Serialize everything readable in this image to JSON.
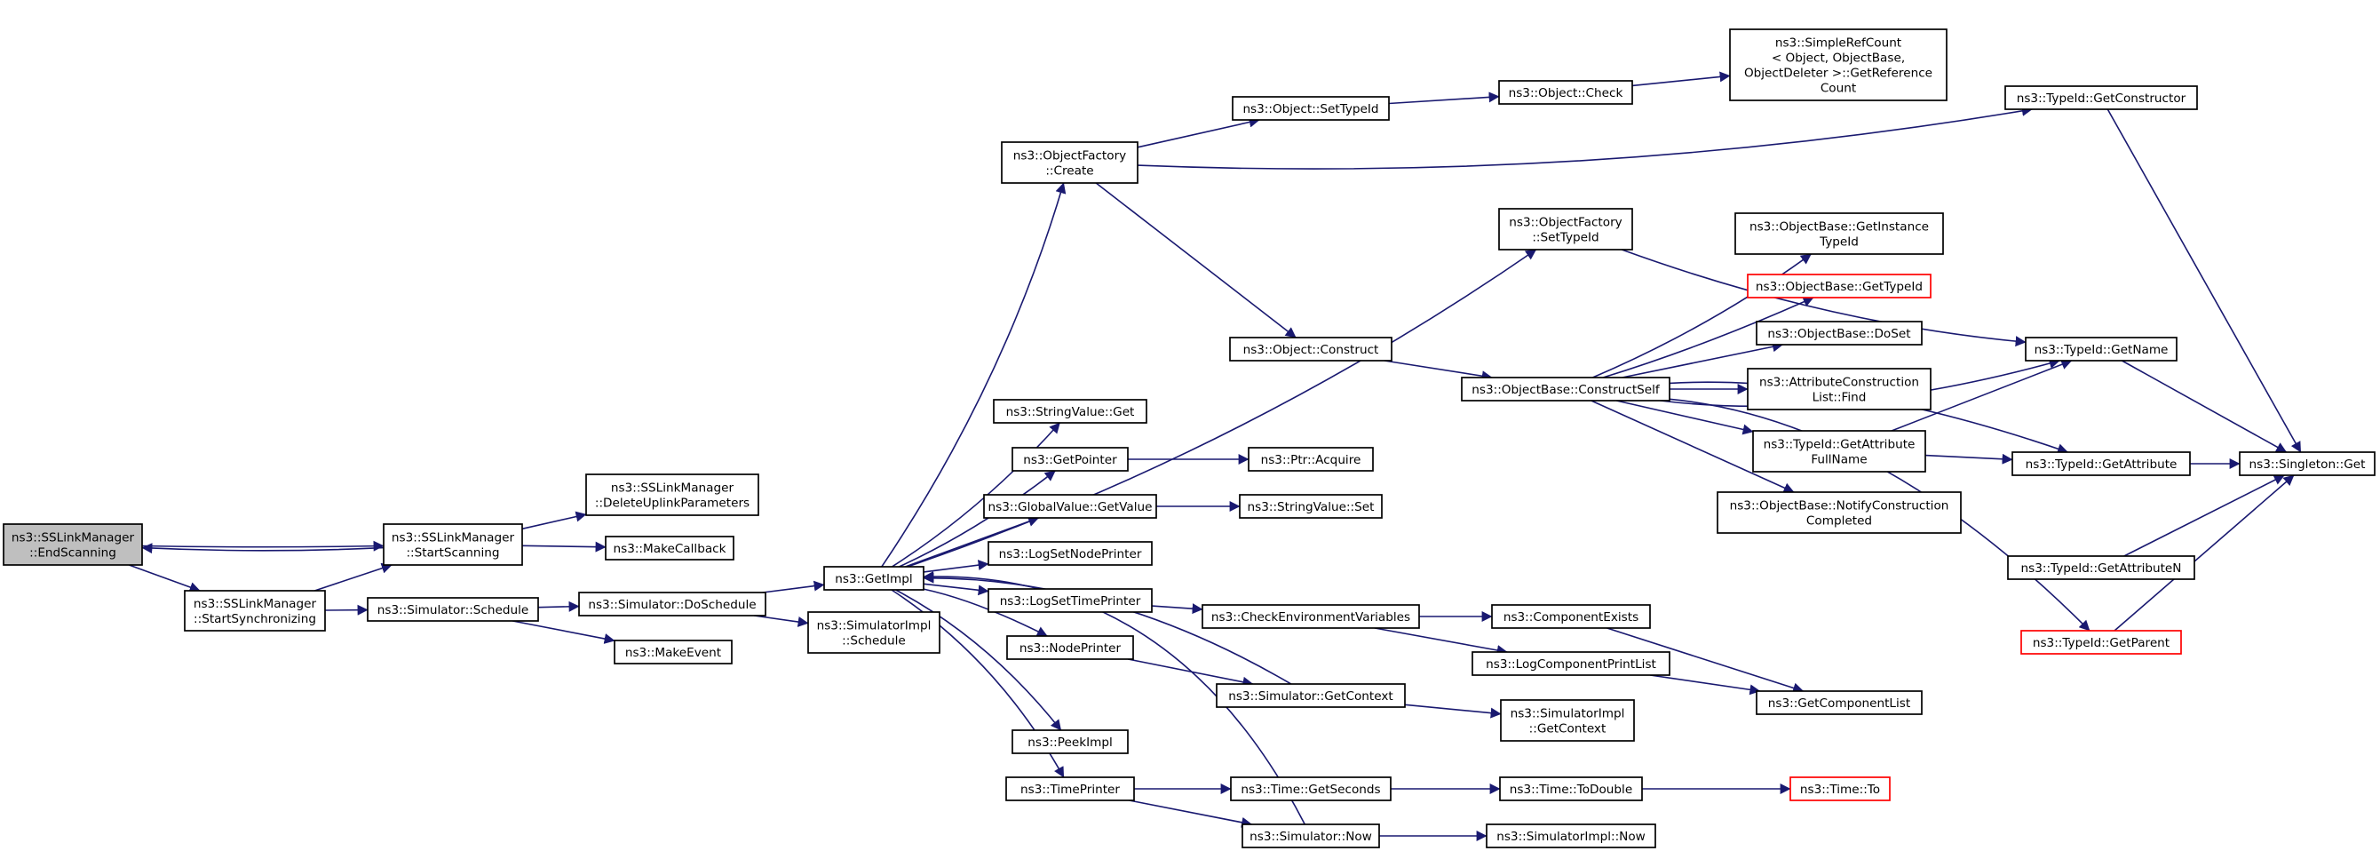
{
  "colors": {
    "edge": "#191970",
    "box_border": "#000000",
    "box_border_truncated": "#ff0000",
    "root_fill": "#bfbfbf",
    "background": "#ffffff"
  },
  "nodes": [
    {
      "id": "endscanning",
      "lines": [
        "ns3::SSLinkManager",
        "::EndScanning"
      ],
      "root": true
    },
    {
      "id": "startscanning",
      "lines": [
        "ns3::SSLinkManager",
        "::StartScanning"
      ]
    },
    {
      "id": "startsync",
      "lines": [
        "ns3::SSLinkManager",
        "::StartSynchronizing"
      ]
    },
    {
      "id": "deleteuplink",
      "lines": [
        "ns3::SSLinkManager",
        "::DeleteUplinkParameters"
      ]
    },
    {
      "id": "makecallback",
      "lines": [
        "ns3::MakeCallback"
      ]
    },
    {
      "id": "schedule",
      "lines": [
        "ns3::Simulator::Schedule"
      ]
    },
    {
      "id": "doschedule",
      "lines": [
        "ns3::Simulator::DoSchedule"
      ]
    },
    {
      "id": "makeevent",
      "lines": [
        "ns3::MakeEvent"
      ]
    },
    {
      "id": "getimpl",
      "lines": [
        "ns3::GetImpl"
      ]
    },
    {
      "id": "simimplschedule",
      "lines": [
        "ns3::SimulatorImpl",
        "::Schedule"
      ]
    },
    {
      "id": "objfactorycreate",
      "lines": [
        "ns3::ObjectFactory",
        "::Create"
      ]
    },
    {
      "id": "objfactorysettypeid",
      "lines": [
        "ns3::ObjectFactory",
        "::SetTypeId"
      ]
    },
    {
      "id": "stringvalueget",
      "lines": [
        "ns3::StringValue::Get"
      ]
    },
    {
      "id": "getpointer",
      "lines": [
        "ns3::GetPointer"
      ]
    },
    {
      "id": "globalvalueget",
      "lines": [
        "ns3::GlobalValue::GetValue"
      ]
    },
    {
      "id": "logsetnodeprinter",
      "lines": [
        "ns3::LogSetNodePrinter"
      ]
    },
    {
      "id": "logsettimeprinter",
      "lines": [
        "ns3::LogSetTimePrinter"
      ]
    },
    {
      "id": "nodeprinter",
      "lines": [
        "ns3::NodePrinter"
      ]
    },
    {
      "id": "getcontext",
      "lines": [
        "ns3::Simulator::GetContext"
      ]
    },
    {
      "id": "peekimpl",
      "lines": [
        "ns3::PeekImpl"
      ]
    },
    {
      "id": "timeprinter",
      "lines": [
        "ns3::TimePrinter"
      ]
    },
    {
      "id": "objectsettypeid",
      "lines": [
        "ns3::Object::SetTypeId"
      ]
    },
    {
      "id": "objectcheck",
      "lines": [
        "ns3::Object::Check"
      ]
    },
    {
      "id": "simplerefcount",
      "lines": [
        "ns3::SimpleRefCount",
        "< Object, ObjectBase,",
        "ObjectDeleter >::GetReference",
        "Count"
      ]
    },
    {
      "id": "getconstructor",
      "lines": [
        "ns3::TypeId::GetConstructor"
      ]
    },
    {
      "id": "objectconstruct",
      "lines": [
        "ns3::Object::Construct"
      ]
    },
    {
      "id": "constructself",
      "lines": [
        "ns3::ObjectBase::ConstructSelf"
      ]
    },
    {
      "id": "getinstancetypeid",
      "lines": [
        "ns3::ObjectBase::GetInstance",
        "TypeId"
      ]
    },
    {
      "id": "obgettypeid",
      "lines": [
        "ns3::ObjectBase::GetTypeId"
      ],
      "truncated": true
    },
    {
      "id": "doset",
      "lines": [
        "ns3::ObjectBase::DoSet"
      ]
    },
    {
      "id": "attrfind",
      "lines": [
        "ns3::AttributeConstruction",
        "List::Find"
      ]
    },
    {
      "id": "getattrfullname",
      "lines": [
        "ns3::TypeId::GetAttribute",
        "FullName"
      ]
    },
    {
      "id": "notifyconstruction",
      "lines": [
        "ns3::ObjectBase::NotifyConstruction",
        "Completed"
      ]
    },
    {
      "id": "typeidgetname",
      "lines": [
        "ns3::TypeId::GetName"
      ]
    },
    {
      "id": "typeidgetattribute",
      "lines": [
        "ns3::TypeId::GetAttribute"
      ]
    },
    {
      "id": "typeidgetattributen",
      "lines": [
        "ns3::TypeId::GetAttributeN"
      ]
    },
    {
      "id": "typeidgetparent",
      "lines": [
        "ns3::TypeId::GetParent"
      ],
      "truncated": true
    },
    {
      "id": "singletonget",
      "lines": [
        "ns3::Singleton::Get"
      ]
    },
    {
      "id": "ptracquire",
      "lines": [
        "ns3::Ptr::Acquire"
      ]
    },
    {
      "id": "stringvalueset",
      "lines": [
        "ns3::StringValue::Set"
      ]
    },
    {
      "id": "checkenv",
      "lines": [
        "ns3::CheckEnvironmentVariables"
      ]
    },
    {
      "id": "componentexists",
      "lines": [
        "ns3::ComponentExists"
      ]
    },
    {
      "id": "logcomponentprintlist",
      "lines": [
        "ns3::LogComponentPrintList"
      ]
    },
    {
      "id": "getcomponentlist",
      "lines": [
        "ns3::GetComponentList"
      ]
    },
    {
      "id": "simimplgetcontext",
      "lines": [
        "ns3::SimulatorImpl",
        "::GetContext"
      ]
    },
    {
      "id": "timegetseconds",
      "lines": [
        "ns3::Time::GetSeconds"
      ]
    },
    {
      "id": "timetodouble",
      "lines": [
        "ns3::Time::ToDouble"
      ]
    },
    {
      "id": "timeto",
      "lines": [
        "ns3::Time::To"
      ],
      "truncated": true
    },
    {
      "id": "simulatornow",
      "lines": [
        "ns3::Simulator::Now"
      ]
    },
    {
      "id": "simimplnow",
      "lines": [
        "ns3::SimulatorImpl::Now"
      ]
    }
  ],
  "edges": [
    [
      "endscanning",
      "startscanning"
    ],
    [
      "endscanning",
      "startsync"
    ],
    [
      "startscanning",
      "endscanning"
    ],
    [
      "startscanning",
      "deleteuplink"
    ],
    [
      "startscanning",
      "makecallback"
    ],
    [
      "startsync",
      "startscanning"
    ],
    [
      "startsync",
      "schedule"
    ],
    [
      "schedule",
      "doschedule"
    ],
    [
      "schedule",
      "makeevent"
    ],
    [
      "doschedule",
      "getimpl"
    ],
    [
      "doschedule",
      "simimplschedule"
    ],
    [
      "getimpl",
      "objfactorycreate"
    ],
    [
      "getimpl",
      "objfactorysettypeid"
    ],
    [
      "getimpl",
      "stringvalueget"
    ],
    [
      "getimpl",
      "getpointer"
    ],
    [
      "getimpl",
      "globalvalueget"
    ],
    [
      "getimpl",
      "logsetnodeprinter"
    ],
    [
      "getimpl",
      "logsettimeprinter"
    ],
    [
      "getimpl",
      "nodeprinter"
    ],
    [
      "getimpl",
      "peekimpl"
    ],
    [
      "getimpl",
      "timeprinter"
    ],
    [
      "objfactorycreate",
      "getconstructor"
    ],
    [
      "objfactorycreate",
      "objectsettypeid"
    ],
    [
      "objfactorycreate",
      "objectconstruct"
    ],
    [
      "objectsettypeid",
      "objectcheck"
    ],
    [
      "objectcheck",
      "simplerefcount"
    ],
    [
      "getconstructor",
      "singletonget"
    ],
    [
      "objfactorysettypeid",
      "typeidgetname"
    ],
    [
      "objectconstruct",
      "constructself"
    ],
    [
      "constructself",
      "getinstancetypeid"
    ],
    [
      "constructself",
      "obgettypeid"
    ],
    [
      "constructself",
      "doset"
    ],
    [
      "constructself",
      "attrfind"
    ],
    [
      "constructself",
      "getattrfullname"
    ],
    [
      "constructself",
      "notifyconstruction"
    ],
    [
      "constructself",
      "typeidgetname"
    ],
    [
      "constructself",
      "typeidgetattribute"
    ],
    [
      "constructself",
      "typeidgetparent"
    ],
    [
      "getattrfullname",
      "typeidgetname"
    ],
    [
      "getattrfullname",
      "typeidgetattribute"
    ],
    [
      "typeidgetname",
      "singletonget"
    ],
    [
      "typeidgetattribute",
      "singletonget"
    ],
    [
      "typeidgetattributen",
      "singletonget"
    ],
    [
      "typeidgetparent",
      "singletonget"
    ],
    [
      "getpointer",
      "ptracquire"
    ],
    [
      "globalvalueget",
      "stringvalueset"
    ],
    [
      "logsettimeprinter",
      "checkenv"
    ],
    [
      "checkenv",
      "componentexists"
    ],
    [
      "checkenv",
      "logcomponentprintlist"
    ],
    [
      "componentexists",
      "getcomponentlist"
    ],
    [
      "logcomponentprintlist",
      "getcomponentlist"
    ],
    [
      "nodeprinter",
      "getcontext"
    ],
    [
      "getcontext",
      "getimpl"
    ],
    [
      "getcontext",
      "simimplgetcontext"
    ],
    [
      "timeprinter",
      "timegetseconds"
    ],
    [
      "timeprinter",
      "simulatornow"
    ],
    [
      "timegetseconds",
      "timetodouble"
    ],
    [
      "timetodouble",
      "timeto"
    ],
    [
      "simulatornow",
      "getimpl"
    ],
    [
      "simulatornow",
      "simimplnow"
    ]
  ]
}
